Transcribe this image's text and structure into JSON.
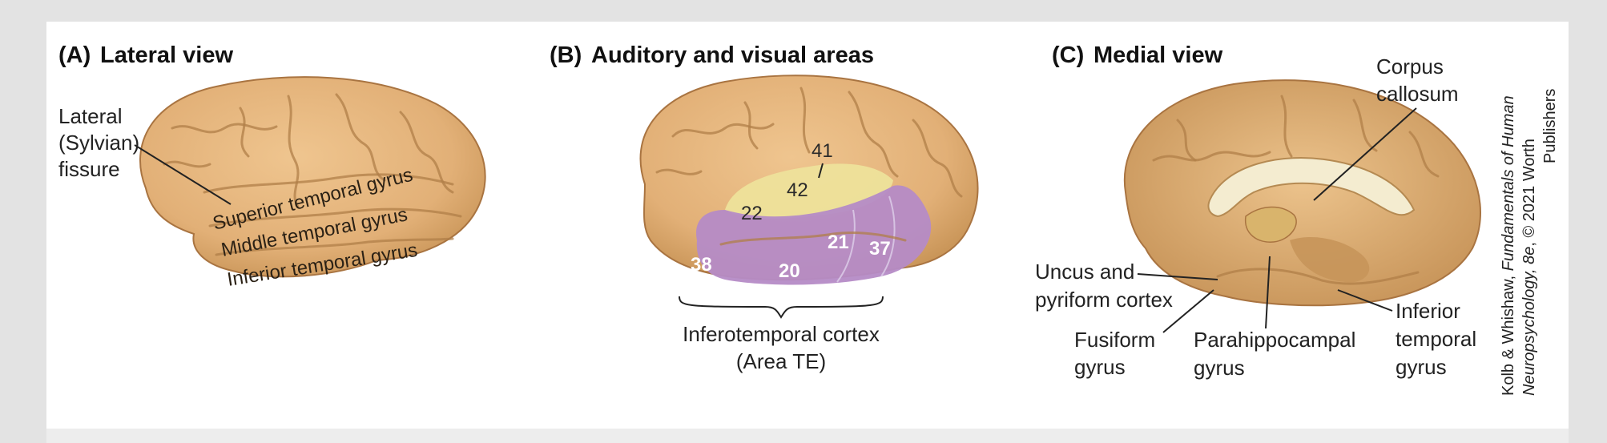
{
  "panels": {
    "a": {
      "letter": "(A)",
      "title": "Lateral view",
      "fissure_label": [
        "Lateral",
        "(Sylvian)",
        "fissure"
      ],
      "gyri": [
        "Superior temporal gyrus",
        "Middle temporal gyrus",
        "Inferior temporal gyrus"
      ]
    },
    "b": {
      "letter": "(B)",
      "title": "Auditory and visual areas",
      "auditory_areas": [
        "41",
        "42",
        "22"
      ],
      "visual_areas": [
        "38",
        "20",
        "21",
        "37"
      ],
      "cortex_label": [
        "Inferotemporal cortex",
        "(Area TE)"
      ]
    },
    "c": {
      "letter": "(C)",
      "title": "Medial view",
      "corpus": [
        "Corpus",
        "callosum"
      ],
      "uncus": [
        "Uncus and",
        "pyriform cortex"
      ],
      "fusiform": [
        "Fusiform",
        "gyrus"
      ],
      "parahippo": [
        "Parahippocampal",
        "gyrus"
      ],
      "inferior_temporal": [
        "Inferior",
        "temporal",
        "gyrus"
      ]
    }
  },
  "credit": {
    "authors": "Kolb & Whishaw, ",
    "book_title_1": "Fundamentals of Human",
    "book_title_2": "Neuropsychology, 8e",
    "rest_2": ", © 2021 Worth",
    "line_3": "Publishers"
  },
  "colors": {
    "brain": "#e6b57c",
    "auditory": "#eee39b",
    "visual": "#b58bc6",
    "frame": "#e3e3e3",
    "panel": "#ffffff"
  }
}
